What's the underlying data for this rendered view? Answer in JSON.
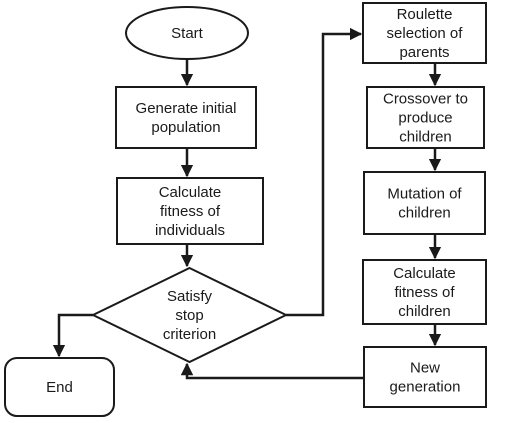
{
  "colors": {
    "stroke": "#1a1a1a",
    "fill": "#ffffff",
    "text": "#1a1a1a"
  },
  "nodes": {
    "start": {
      "shape": "ellipse",
      "lines": [
        "Start"
      ]
    },
    "generate": {
      "shape": "rect",
      "lines": [
        "Generate initial",
        "population"
      ]
    },
    "calc_fitness": {
      "shape": "rect",
      "lines": [
        "Calculate",
        "fitness of",
        "individuals"
      ]
    },
    "stop_check": {
      "shape": "diamond",
      "lines": [
        "Satisfy",
        "stop",
        "criterion"
      ]
    },
    "end": {
      "shape": "rounded-rect",
      "lines": [
        "End"
      ]
    },
    "roulette": {
      "shape": "rect",
      "lines": [
        "Roulette",
        "selection of",
        "parents"
      ]
    },
    "crossover": {
      "shape": "rect",
      "lines": [
        "Crossover to",
        "produce",
        "children"
      ]
    },
    "mutation": {
      "shape": "rect",
      "lines": [
        "Mutation of",
        "children"
      ]
    },
    "calc_children": {
      "shape": "rect",
      "lines": [
        "Calculate",
        "fitness of",
        "children"
      ]
    },
    "new_gen": {
      "shape": "rect",
      "lines": [
        "New",
        "generation"
      ]
    }
  },
  "edges": [
    {
      "from": "start",
      "to": "generate"
    },
    {
      "from": "generate",
      "to": "calc_fitness"
    },
    {
      "from": "calc_fitness",
      "to": "stop_check"
    },
    {
      "from": "stop_check",
      "to": "end"
    },
    {
      "from": "stop_check",
      "to": "roulette"
    },
    {
      "from": "roulette",
      "to": "crossover"
    },
    {
      "from": "crossover",
      "to": "mutation"
    },
    {
      "from": "mutation",
      "to": "calc_children"
    },
    {
      "from": "calc_children",
      "to": "new_gen"
    },
    {
      "from": "new_gen",
      "to": "stop_check"
    }
  ]
}
